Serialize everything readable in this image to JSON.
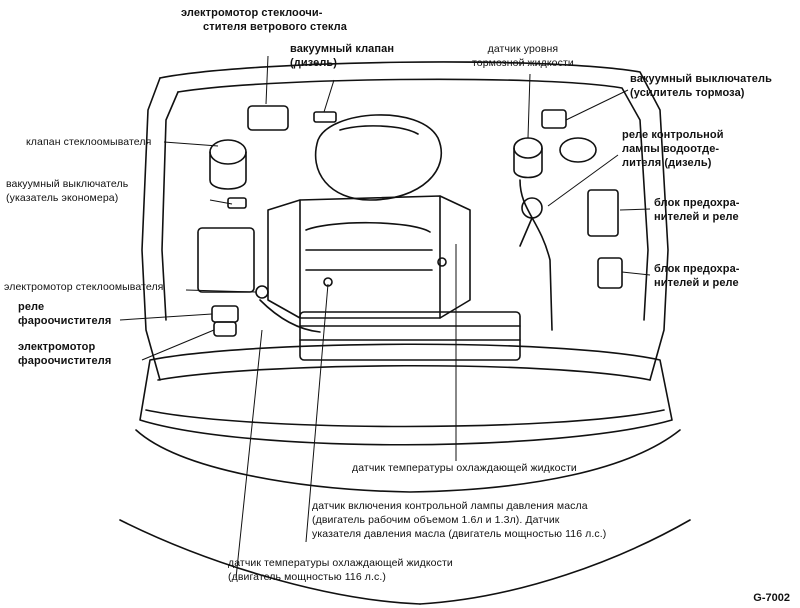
{
  "callouts": {
    "wiper_motor": [
      "электромотор стеклоочи-",
      "стителя ветрового стекла"
    ],
    "vacuum_valve": [
      "вакуумный клапан",
      "(дизель)"
    ],
    "brake_fluid_sensor": [
      "датчик уровня",
      "тормозной жидкости"
    ],
    "vacuum_switch_booster": [
      "вакуумный выключатель",
      "(усилитель тормоза)"
    ],
    "washer_valve": [
      "клапан стеклоомывателя"
    ],
    "relay_water_sep": [
      "реле контрольной",
      "лампы водоотде-",
      "лителя (дизель)"
    ],
    "vacuum_switch_economy": [
      "вакуумный выключатель",
      "(указатель экономера)"
    ],
    "fuse_block_1": [
      "блок предохра-",
      "нителей и реле"
    ],
    "fuse_block_2": [
      "блок предохра-",
      "нителей и реле"
    ],
    "washer_motor": [
      "электромотор стеклоомывателя"
    ],
    "headlight_washer_relay": [
      "реле",
      "фароочистителя"
    ],
    "headlight_washer_motor": [
      "электромотор",
      "фароочистителя"
    ],
    "coolant_temp_sensor": [
      "датчик температуры охлаждающей жидкости"
    ],
    "oil_pressure_sensor": [
      "датчик включения контрольной лампы давления масла",
      "(двигатель рабочим объемом 1.6л и 1.3л). Датчик",
      "указателя давления масла (двигатель мощностью 116 л.с.)"
    ],
    "coolant_temp_sensor_116": [
      "датчик температуры охлаждающей жидкости",
      "(двигатель мощностью 116 л.с.)"
    ]
  },
  "figure_id": "G-7002"
}
